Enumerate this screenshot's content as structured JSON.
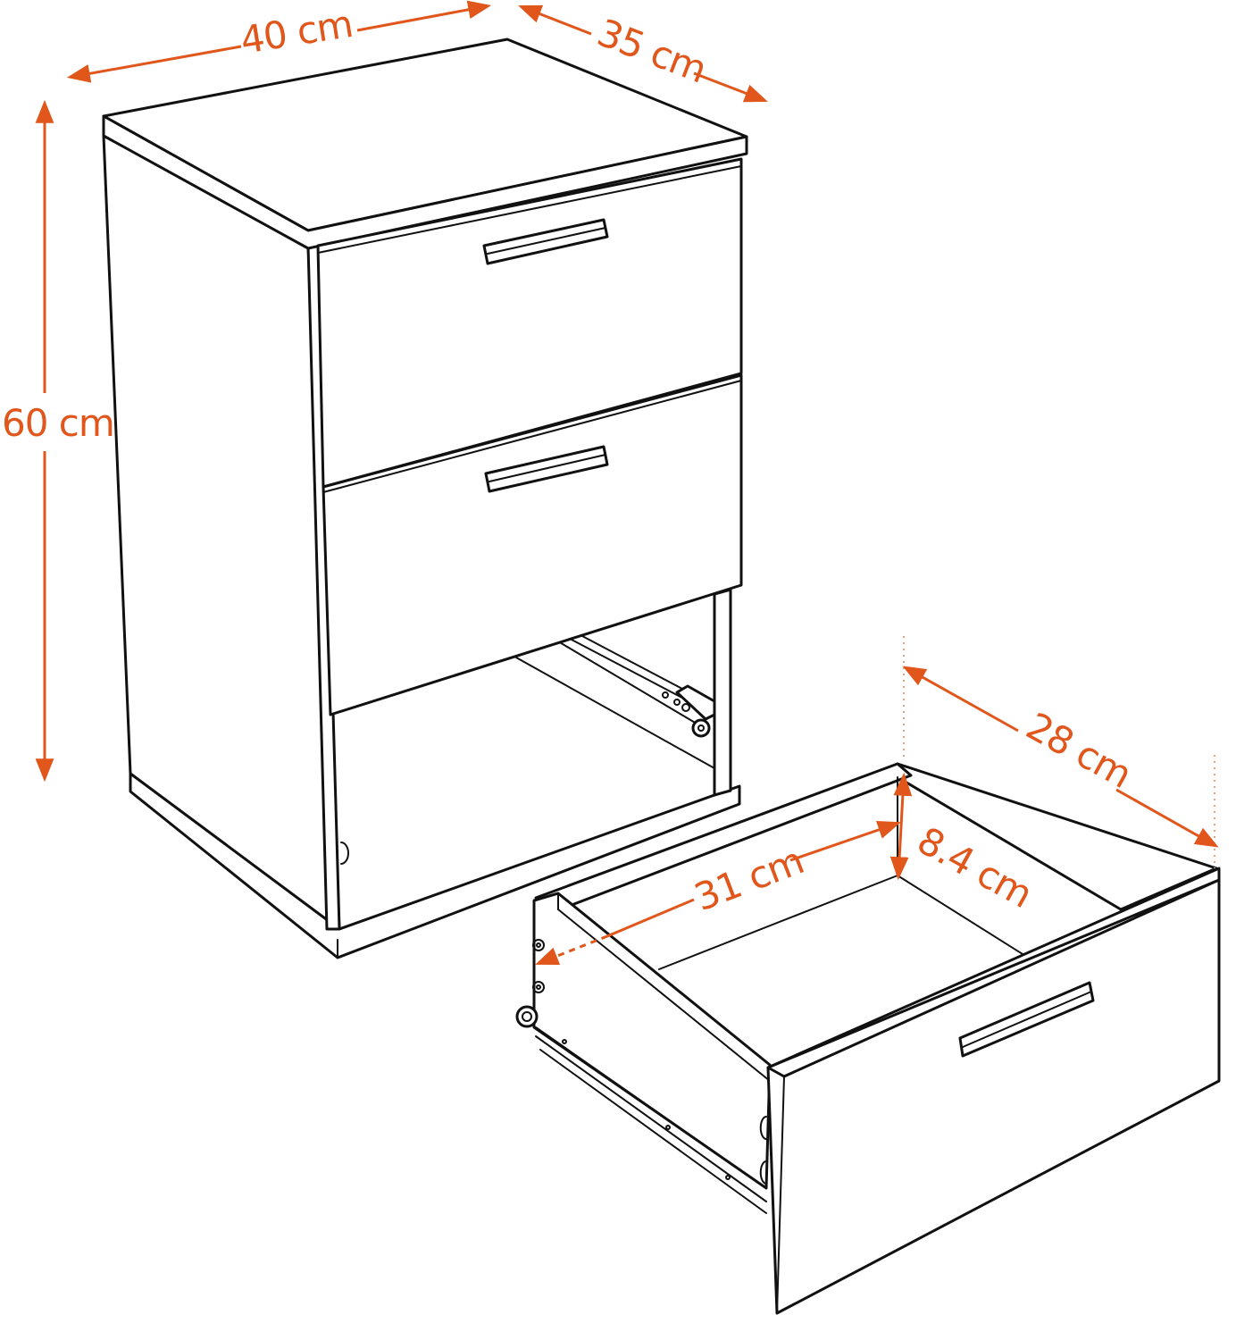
{
  "diagram": {
    "subject": "Bedside cabinet with two drawers, one drawer shown removed",
    "annotation_color": "#E0561B",
    "line_color": "#111111",
    "background": "#ffffff"
  },
  "cabinet": {
    "dimensions": {
      "width": {
        "value": 40,
        "unit": "cm",
        "label": "40 cm"
      },
      "depth": {
        "value": 35,
        "unit": "cm",
        "label": "35 cm"
      },
      "height": {
        "value": 60,
        "unit": "cm",
        "label": "60 cm"
      }
    },
    "drawers_in_cabinet": 2,
    "handle_style": "recessed bar handle",
    "runner": "ball-bearing side rail with roller"
  },
  "drawer": {
    "dimensions": {
      "depth": {
        "value": 28,
        "unit": "cm",
        "label": "28 cm"
      },
      "inner_height": {
        "value": 8.4,
        "unit": "cm",
        "label": "8.4 cm"
      },
      "inner_width": {
        "value": 31,
        "unit": "cm",
        "label": "31 cm"
      }
    },
    "handle_style": "recessed bar handle",
    "runner": "side rail with roller wheel"
  }
}
